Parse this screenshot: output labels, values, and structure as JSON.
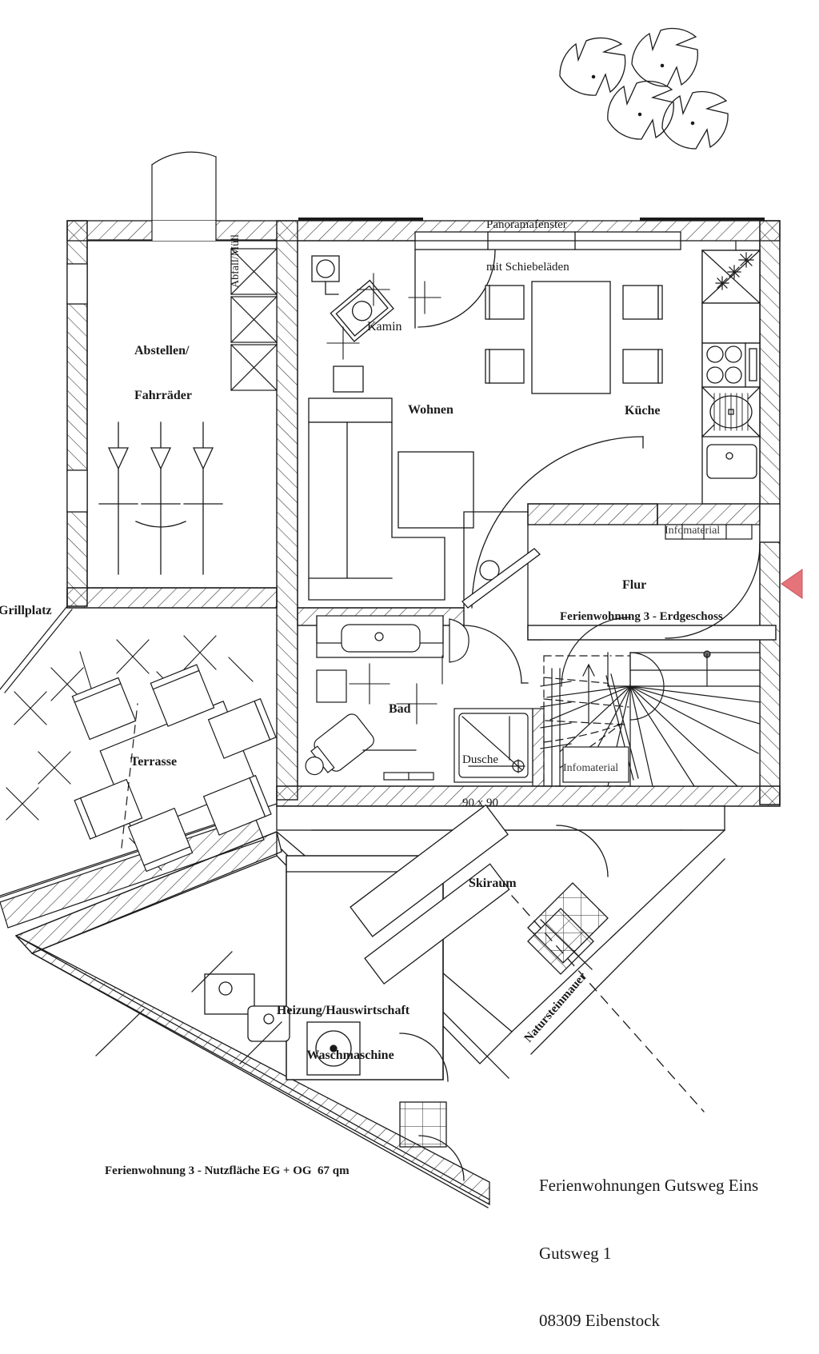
{
  "sheet": {
    "title": "Ferienwohnung 3 - Erdgeschoss",
    "drawing_type": "architectural floor plan",
    "background_color": "#ffffff",
    "line_color": "#1a1a1a",
    "accent_marker_color": "#e8someone"
  },
  "colors": {
    "ink": "#1a1a1a",
    "wall_hatch": "#2a2a2a",
    "entry_marker": "#e4737a",
    "entry_marker_stroke": "#c9545c",
    "paper": "#ffffff"
  },
  "annotations": {
    "panorama_window": "Panoramafenster\nmit Schiebeläden",
    "panorama_window_line1": "Panoramafenster",
    "panorama_window_line2": "mit Schiebeläden",
    "storage": "Abstellen/\nFahrräder",
    "storage_line1": "Abstellen/",
    "storage_line2": "Fahrräder",
    "waste": "Abfall/Müll",
    "fireplace": "Kamin",
    "living": "Wohnen",
    "kitchen": "Küche",
    "hall": "Flur",
    "unit_label": "Ferienwohnung 3 - Erdgeschoss",
    "info_upper": "Infomaterial",
    "info_lower": "Infomaterial",
    "bath": "Bad",
    "shower": "Dusche\n90 x 90",
    "shower_line1": "Dusche",
    "shower_line2": "90 x 90",
    "grill": "Grillplatz",
    "terrace": "Terrasse",
    "ski_room": "Skiraum",
    "stone_wall": "Natursteinmauer",
    "utility_line1": "Heizung/Hauswirtschaft",
    "utility_line2": "Waschmaschine",
    "area_note": "Ferienwohnung 3 - Nutzfläche EG + OG  67 qm"
  },
  "address_block": {
    "line1": "Ferienwohnungen Gutsweg Eins",
    "line2": "Gutsweg 1",
    "line3": "08309 Eibenstock"
  },
  "rooms": [
    {
      "key": "abstellen",
      "name": "Abstellen/Fahrräder"
    },
    {
      "key": "wohnen",
      "name": "Wohnen"
    },
    {
      "key": "kueche",
      "name": "Küche"
    },
    {
      "key": "flur",
      "name": "Flur"
    },
    {
      "key": "bad",
      "name": "Bad"
    },
    {
      "key": "skiraum",
      "name": "Skiraum"
    },
    {
      "key": "heizung",
      "name": "Heizung/Hauswirtschaft"
    },
    {
      "key": "terrasse",
      "name": "Terrasse"
    },
    {
      "key": "grillplatz",
      "name": "Grillplatz"
    }
  ],
  "fixtures": [
    {
      "key": "kamin",
      "label": "Kamin",
      "room": "wohnen"
    },
    {
      "key": "dusche",
      "label": "Dusche 90 x 90",
      "room": "bad"
    },
    {
      "key": "waschmaschine",
      "label": "Waschmaschine",
      "room": "heizung"
    },
    {
      "key": "abfall",
      "label": "Abfall/Müll",
      "room": "abstellen"
    },
    {
      "key": "infomaterial-oben",
      "label": "Infomaterial",
      "room": "flur"
    },
    {
      "key": "infomaterial-unten",
      "label": "Infomaterial",
      "room": "flur"
    }
  ],
  "icons": {
    "tree_cluster": "tree-cluster-icon",
    "entry_arrow": "entry-arrow-icon",
    "stairs": "winder-staircase-icon",
    "fridge": "fridge-icon",
    "stove": "stove-icon",
    "dishwasher": "dishwasher-icon",
    "sink": "sink-icon",
    "bathtub": "bathtub-icon",
    "toilet": "toilet-icon",
    "sofa": "sofa-icon",
    "dining_table": "dining-table-icon",
    "bicycle": "bicycle-rack-icon"
  }
}
